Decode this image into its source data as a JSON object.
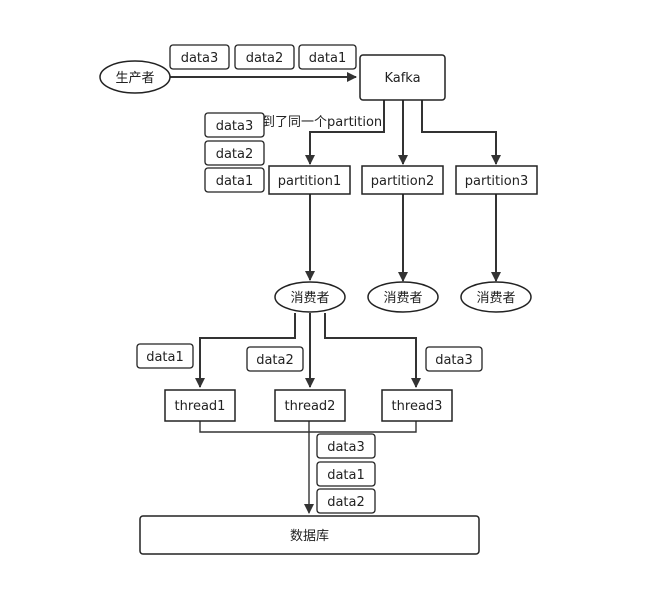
{
  "nodes": {
    "producer": "生产者",
    "kafka": "Kafka",
    "partition1": "partition1",
    "partition2": "partition2",
    "partition3": "partition3",
    "consumer1": "消费者",
    "consumer2": "消费者",
    "consumer3": "消费者",
    "thread1": "thread1",
    "thread2": "thread2",
    "thread3": "thread3",
    "database": "数据库"
  },
  "annotations": {
    "same_partition": "到了同一个partition"
  },
  "tags": {
    "producer_msgs": [
      "data3",
      "data2",
      "data1"
    ],
    "partition_msgs": [
      "data3",
      "data2",
      "data1"
    ],
    "thread1_msg": "data1",
    "thread2_msg": "data2",
    "thread3_msg": "data3",
    "db_msgs": [
      "data3",
      "data1",
      "data2"
    ]
  }
}
